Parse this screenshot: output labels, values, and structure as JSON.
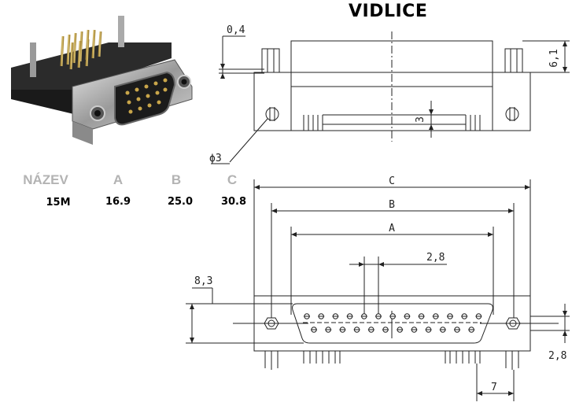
{
  "title": "VIDLICE",
  "table": {
    "headers": [
      "NÁZEV",
      "A",
      "B",
      "C"
    ],
    "rows": [
      [
        "15M",
        "16.9",
        "25.0",
        "30.8"
      ]
    ]
  },
  "dimensions": {
    "thickness": "0,4",
    "height": "6,1",
    "slot": "3",
    "hole": "ϕ3",
    "c": "C",
    "b": "B",
    "a": "A",
    "pitch": "2,8",
    "pin_offset": "8,3",
    "pin_spacing": "2,8",
    "leg": "7"
  }
}
